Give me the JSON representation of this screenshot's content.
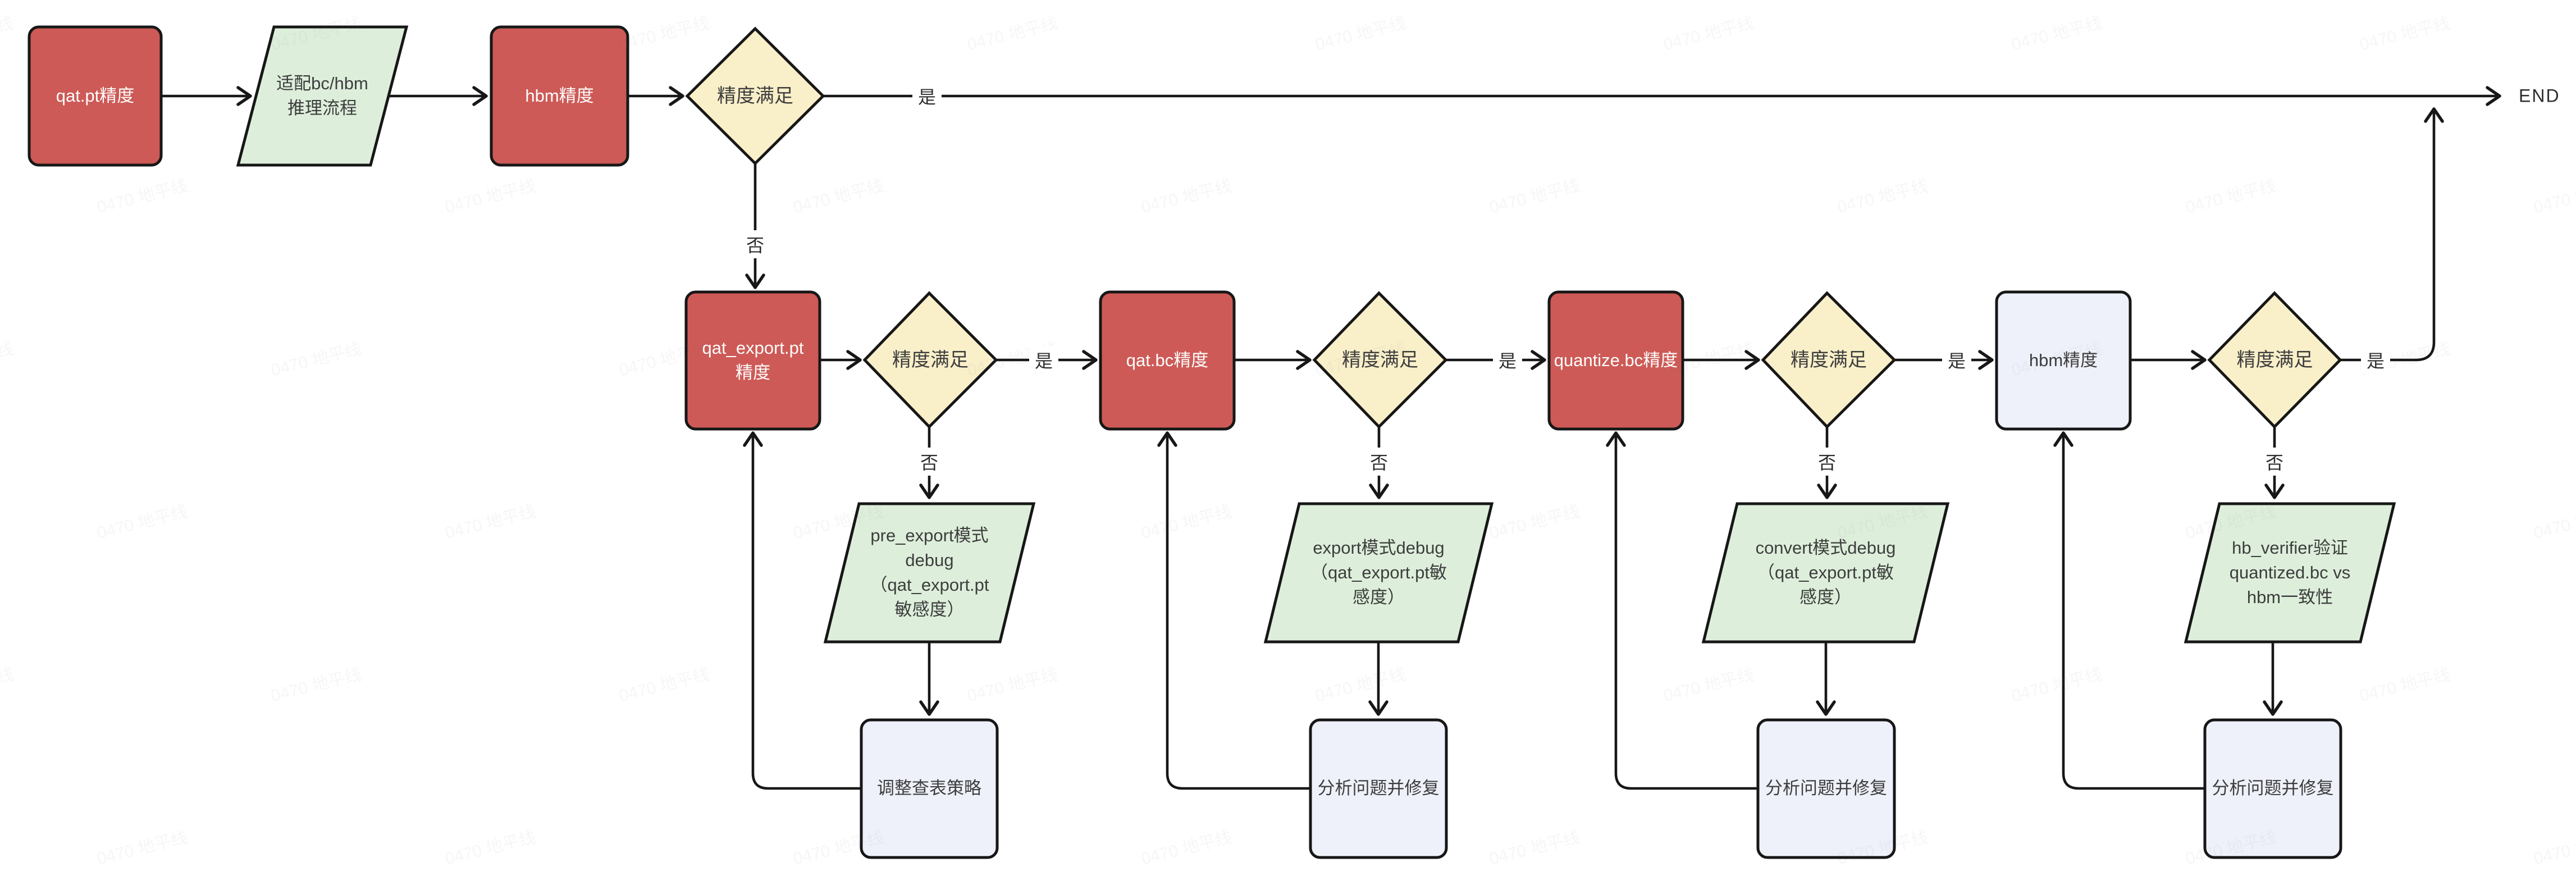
{
  "diagram": {
    "watermark": {
      "text": "0470 地平线"
    },
    "labels": {
      "yes": "是",
      "no": "否",
      "end": "END"
    },
    "colors": {
      "process_red": "#cd5a56",
      "io_green": "#ddefdb",
      "decision_yellow": "#f9efc9",
      "step_light": "#eef1f9",
      "stroke": "#171717"
    },
    "nodes": {
      "start": "qat.pt精度",
      "adapt": "适配bc/hbm\n推理流程",
      "hbm1": "hbm精度",
      "d1": "精度满足",
      "qat_export": "qat_export.pt\n精度",
      "d2": "精度满足",
      "qat_bc": "qat.bc精度",
      "d3": "精度满足",
      "quantize_bc": "quantize.bc精度",
      "d4": "精度满足",
      "hbm2": "hbm精度",
      "d5": "精度满足",
      "p1": "pre_export模式\ndebug\n（qat_export.pt\n敏感度）",
      "p2": "export模式debug\n（qat_export.pt敏\n感度）",
      "p3": "convert模式debug\n（qat_export.pt敏\n感度）",
      "p4": "hb_verifier验证\nquantized.bc vs\nhbm一致性",
      "b1": "调整查表策略",
      "b2": "分析问题并修复",
      "b3": "分析问题并修复",
      "b4": "分析问题并修复"
    }
  }
}
